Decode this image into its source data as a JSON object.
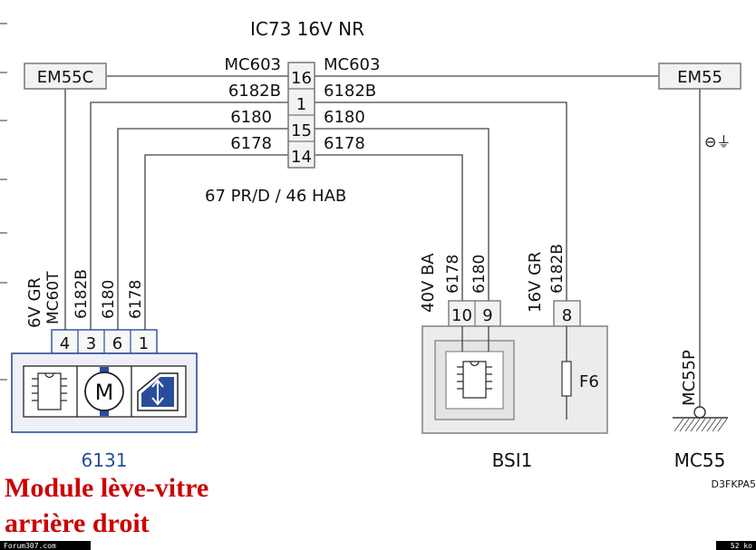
{
  "title": "IC73  16V NR",
  "connector_left": "EM55C",
  "connector_right": "EM55",
  "wires": [
    {
      "code_left": "MC603",
      "pin": "16",
      "code_right": "MC603"
    },
    {
      "code_left": "6182B",
      "pin": "1",
      "code_right": "6182B"
    },
    {
      "code_left": "6180",
      "pin": "15",
      "code_right": "6180"
    },
    {
      "code_left": "6178",
      "pin": "14",
      "code_right": "6178"
    }
  ],
  "harness_label": "67 PR/D / 46 HAB",
  "ground_symbol": "⊖⏚",
  "module_6131": {
    "connector_label": "6V  GR",
    "wire_labels": [
      "MC60T",
      "6182B",
      "6180",
      "6178"
    ],
    "pins": [
      "4",
      "3",
      "6",
      "1"
    ],
    "name": "6131"
  },
  "bsi": {
    "left_connector_label": "40V  BA",
    "left_wire_labels": [
      "6178",
      "6180"
    ],
    "left_pins": [
      "10",
      "9"
    ],
    "right_connector_label": "16V  GR",
    "right_wire_label": "6182B",
    "right_pin": "8",
    "fuse_label": "F6",
    "name": "BSI1"
  },
  "ground_point": {
    "wire_label": "MC55P",
    "name": "MC55"
  },
  "reference_code": "D3FKPA5",
  "caption": {
    "line1": "Module lève-vitre",
    "line2": "arrière droit"
  },
  "footer": {
    "left": "Forum307.com",
    "right": "52 ko"
  },
  "colors": {
    "wire": "#444444",
    "component_blue": "#2a4d9b",
    "caption_red": "#cc0000"
  },
  "icons": [
    "ecu-chip-icon",
    "motor-icon",
    "window-icon",
    "fuse-icon",
    "ground-icon"
  ]
}
